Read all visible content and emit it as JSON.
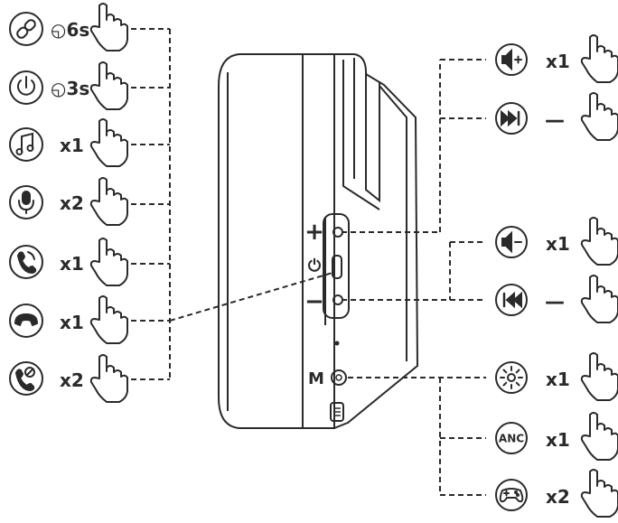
{
  "diagram": {
    "left_controls": [
      {
        "icon": "link-icon",
        "action": "◵6s"
      },
      {
        "icon": "power-icon",
        "action": "◵3s"
      },
      {
        "icon": "music-note-icon",
        "action": "x1"
      },
      {
        "icon": "microphone-icon",
        "action": "x2"
      },
      {
        "icon": "phone-answer-icon",
        "action": "x1"
      },
      {
        "icon": "phone-hangup-icon",
        "action": "x1"
      },
      {
        "icon": "phone-reject-icon",
        "action": "x2"
      }
    ],
    "right_top_controls": [
      {
        "icon": "volume-up-icon",
        "action": "x1"
      },
      {
        "icon": "next-track-icon",
        "action": "—"
      }
    ],
    "right_mid_controls": [
      {
        "icon": "volume-down-icon",
        "action": "x1"
      },
      {
        "icon": "previous-track-icon",
        "action": "—"
      }
    ],
    "right_bottom_controls": [
      {
        "icon": "ambient-mode-icon",
        "action": "x1"
      },
      {
        "icon": "anc-icon",
        "action": "x1",
        "icon_text": "ANC"
      },
      {
        "icon": "gamepad-icon",
        "action": "x2"
      }
    ],
    "device": {
      "plus_symbol": "+",
      "minus_symbol": "−",
      "power_symbol": "⏻",
      "m_label": "M"
    }
  }
}
